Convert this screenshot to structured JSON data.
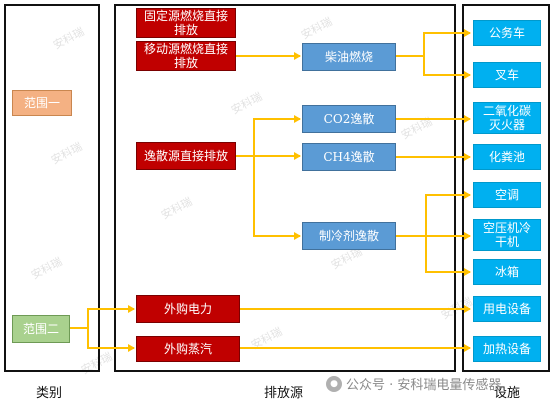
{
  "categories": {
    "caption": "类别",
    "scope1": "范围一",
    "scope2": "范围二"
  },
  "sources": {
    "caption": "排放源",
    "fixed_combustion": "固定源燃烧直接\n排放",
    "mobile_combustion": "移动源燃烧直接\n排放",
    "fugitive": "逸散源直接排放",
    "purchased_power": "外购电力",
    "purchased_steam": "外购蒸汽",
    "diesel": "柴油燃烧",
    "co2_fugitive": "CO2逸散",
    "ch4_fugitive": "CH4逸散",
    "refrigerant_fugitive": "制冷剂逸散"
  },
  "facilities": {
    "caption": "设施",
    "official_car": "公务车",
    "forklift": "叉车",
    "co2_extinguisher": "二氧化碳\n灭火器",
    "septic_tank": "化粪池",
    "air_conditioner": "空调",
    "air_compressor_dryer": "空压机冷\n干机",
    "refrigerator": "冰箱",
    "electric_equipment": "用电设备",
    "heating_equipment": "加热设备"
  },
  "watermark": {
    "text": "安科瑞",
    "footer": "公众号 · 安科瑞电量传感器"
  },
  "colors": {
    "connector": "#ffc000",
    "red_box": "#c00000",
    "blue_box": "#00b0f0",
    "steel_box": "#5b9bd5",
    "scope1": "#f4b183",
    "scope2": "#a9d18e"
  }
}
